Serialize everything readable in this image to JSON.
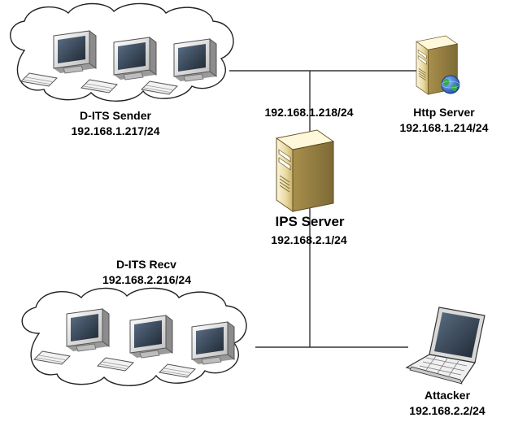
{
  "nodes": {
    "sender": {
      "name": "D-ITS Sender",
      "ip": "192.168.1.217/24",
      "icon": "desktop-cluster-cloud-icon"
    },
    "http": {
      "name": "Http Server",
      "ip": "192.168.1.214/24",
      "icon": "web-server-icon"
    },
    "ips": {
      "name": "IPS Server",
      "ip_upper": "192.168.1.218/24",
      "ip_lower": "192.168.2.1/24",
      "icon": "server-tower-icon"
    },
    "recv": {
      "name": "D-ITS Recv",
      "ip": "192.168.2.216/24",
      "icon": "desktop-cluster-cloud-icon"
    },
    "attacker": {
      "name": "Attacker",
      "ip": "192.168.2.2/24",
      "icon": "laptop-icon"
    }
  },
  "colors": {
    "line": "#333333",
    "case_light": "#f7f0d0",
    "case_mid": "#e0cf93",
    "case_dark": "#b39b55",
    "monitor_frame": "#eeeeee",
    "screen": "#3a4a5a",
    "globe": "#2f6fd0",
    "globe_land": "#3aa84a"
  }
}
